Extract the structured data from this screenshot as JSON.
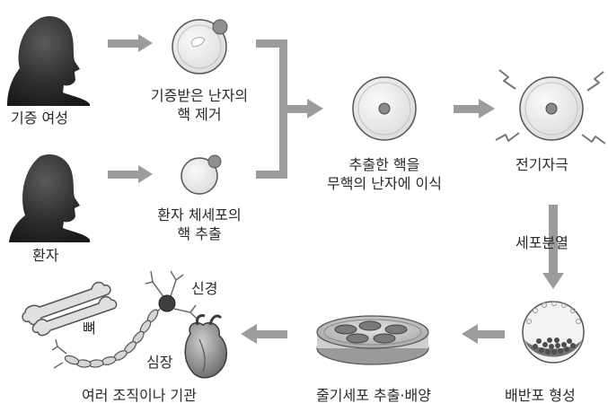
{
  "labels": {
    "donor": "기증 여성",
    "patient": "환자",
    "enucleate_line1": "기증받은 난자의",
    "enucleate_line2": "핵 제거",
    "extract_line1": "환자 체세포의",
    "extract_line2": "핵 추출",
    "transfer_line1": "추출한 핵을",
    "transfer_line2": "무핵의 난자에 이식",
    "shock": "전기자극",
    "division": "세포분열",
    "blastocyst": "배반포 형성",
    "culture": "줄기세포 추출·배양",
    "tissues": "여러 조직이나 기관",
    "nerve": "신경",
    "bone": "뼈",
    "heart": "심장"
  },
  "colors": {
    "arrow": "#9c9c9c",
    "silhouette": "#2b2b2b",
    "cell_fill": "#eeeeee",
    "nucleus": "#8a8a8a"
  }
}
